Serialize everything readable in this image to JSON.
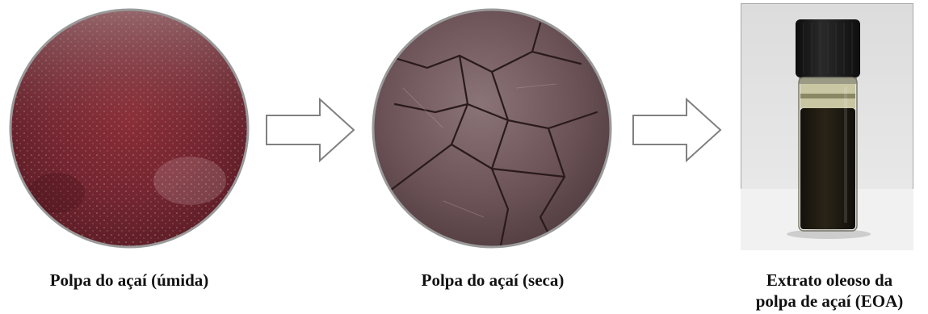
{
  "labels": {
    "wet": "Polpa do açaí (úmida)",
    "dry": "Polpa do açaí (seca)",
    "oil_line1": "Extrato oleoso da",
    "oil_line2": "polpa de açaí (EOA)"
  },
  "colors": {
    "pulp_wet": "#7a2730",
    "pulp_dry": "#6e5558",
    "oil_liquid": "#1d1a12",
    "cap": "#151515",
    "arrow_stroke": "#808080"
  },
  "icons": {
    "arrow": "right-arrow-outline"
  }
}
